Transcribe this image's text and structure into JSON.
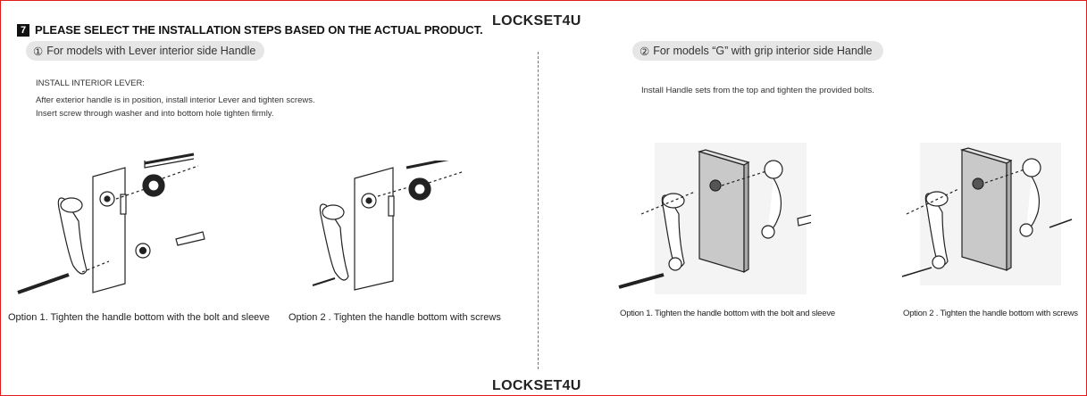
{
  "step": {
    "number": "7",
    "title": "PLEASE SELECT THE INSTALLATION STEPS BASED ON THE ACTUAL PRODUCT."
  },
  "brand": {
    "top": "LOCKSET4U",
    "bottom": "LOCKSET4U"
  },
  "left": {
    "pill_num": "①",
    "pill_text": "For models with Lever interior side Handle",
    "heading": "INSTALL INTERIOR LEVER:",
    "line1": "After exterior handle is in position, install interior Lever and tighten screws.",
    "line2": "Insert screw through washer and into bottom hole tighten firmly.",
    "option1": "Option 1. Tighten the handle bottom with the bolt and sleeve",
    "option2": "Option 2 . Tighten the handle bottom with screws"
  },
  "right": {
    "pill_num": "②",
    "pill_text": "For models “G” with grip interior side Handle",
    "instruction": "Install Handle sets from the top and tighten the provided bolts.",
    "option1": "Option 1. Tighten the handle bottom with the bolt and sleeve",
    "option2": "Option 2 . Tighten the handle bottom with screws"
  },
  "colors": {
    "frame": "#e41b1b",
    "pill": "#e6e6e6",
    "door": "#c9c9c9"
  },
  "icons": [
    "lever-handle-illustration",
    "grip-handle-illustration",
    "bolt-icon",
    "screw-icon"
  ]
}
